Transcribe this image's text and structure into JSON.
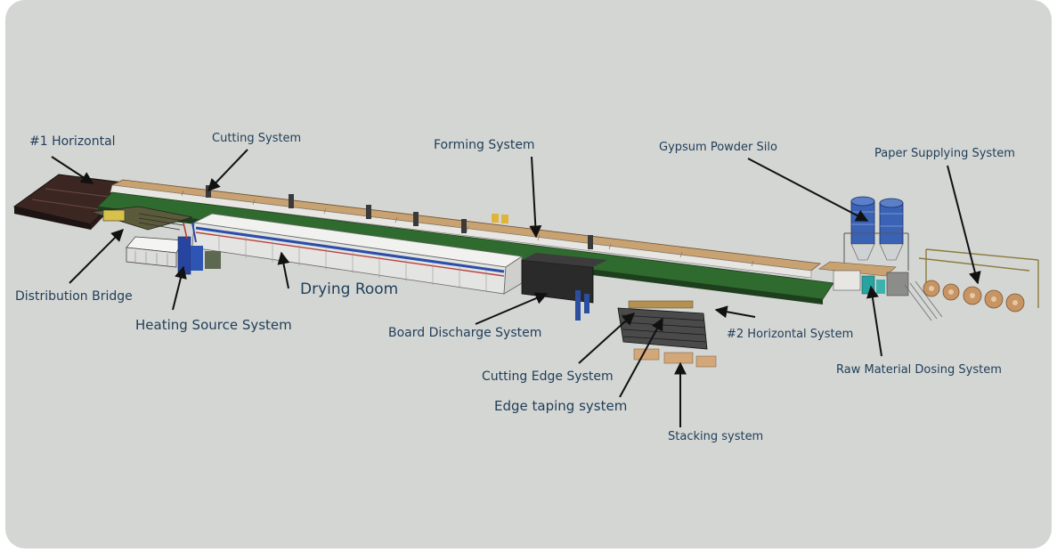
{
  "labels": {
    "horizontal_1": "#1 Horizontal",
    "cutting_system": "Cutting System",
    "forming_system": "Forming System",
    "gypsum_powder_silo": "Gypsum Powder Silo",
    "paper_supplying_system": "Paper  Supplying System",
    "distribution_bridge": "Distribution Bridge",
    "heating_source_system": "Heating Source  System",
    "drying_room": "Drying  Room",
    "board_discharge_system": "Board Discharge System",
    "horizontal_2": "#2 Horizontal  System",
    "raw_material_dosing_system": "Raw Material Dosing System",
    "cutting_edge_system": "Cutting Edge System",
    "edge_taping_system": "Edge taping system",
    "stacking_system": "Stacking system"
  },
  "colors": {
    "background": "#d4d6d3",
    "label_text": "#1f3d58",
    "conveyor_wood": "#c9a272",
    "conveyor_green": "#2f6b2e",
    "silo_blue": "#3a62b5",
    "arrow": "#111111"
  }
}
